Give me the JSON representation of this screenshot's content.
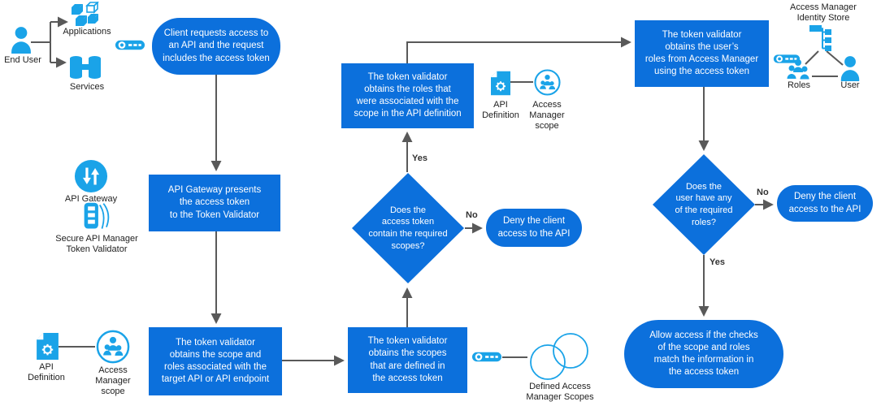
{
  "colors": {
    "node_blue": "#0c70dc",
    "icon_blue": "#1aa3e8",
    "connector_gray": "#595959"
  },
  "nodes": {
    "client_request": "Client requests access to\nan API and the request\nincludes the access token",
    "gateway_presents": "API Gateway presents\nthe access token\nto the Token Validator",
    "validator_scope_roles": "The token validator\nobtains the scope and\nroles associated with the\ntarget API or API endpoint",
    "validator_token_scopes": "The token validator\nobtains the scopes\nthat are defined in\nthe access token",
    "validator_api_roles": "The token validator\nobtains the roles that\nwere associated with the\nscope in the API definition",
    "validator_user_roles": "The token validator\nobtains the user’s\nroles from Access Manager\nusing the access token",
    "decision_scopes": "Does the\naccess token\ncontain the required\nscopes?",
    "decision_roles": "Does the\nuser have any\nof the required\nroles?",
    "deny_scopes": "Deny the client\naccess to the API",
    "deny_roles": "Deny the client\naccess to the API",
    "allow_access": "Allow access if the checks\nof the scope and roles\nmatch the information in\nthe access token"
  },
  "labels": {
    "end_user": "End User",
    "applications": "Applications",
    "services": "Services",
    "api_gateway": "API Gateway",
    "token_validator": "Secure API Manager\nToken Validator",
    "api_definition_left": "API\nDefinition",
    "am_scope_left": "Access\nManager\nscope",
    "api_definition_mid": "API\nDefinition",
    "am_scope_mid": "Access\nManager\nscope",
    "defined_scopes": "Defined Access\nManager Scopes",
    "identity_store": "Access Manager\nIdentity Store",
    "roles": "Roles",
    "user": "User",
    "yes": "Yes",
    "no": "No"
  }
}
